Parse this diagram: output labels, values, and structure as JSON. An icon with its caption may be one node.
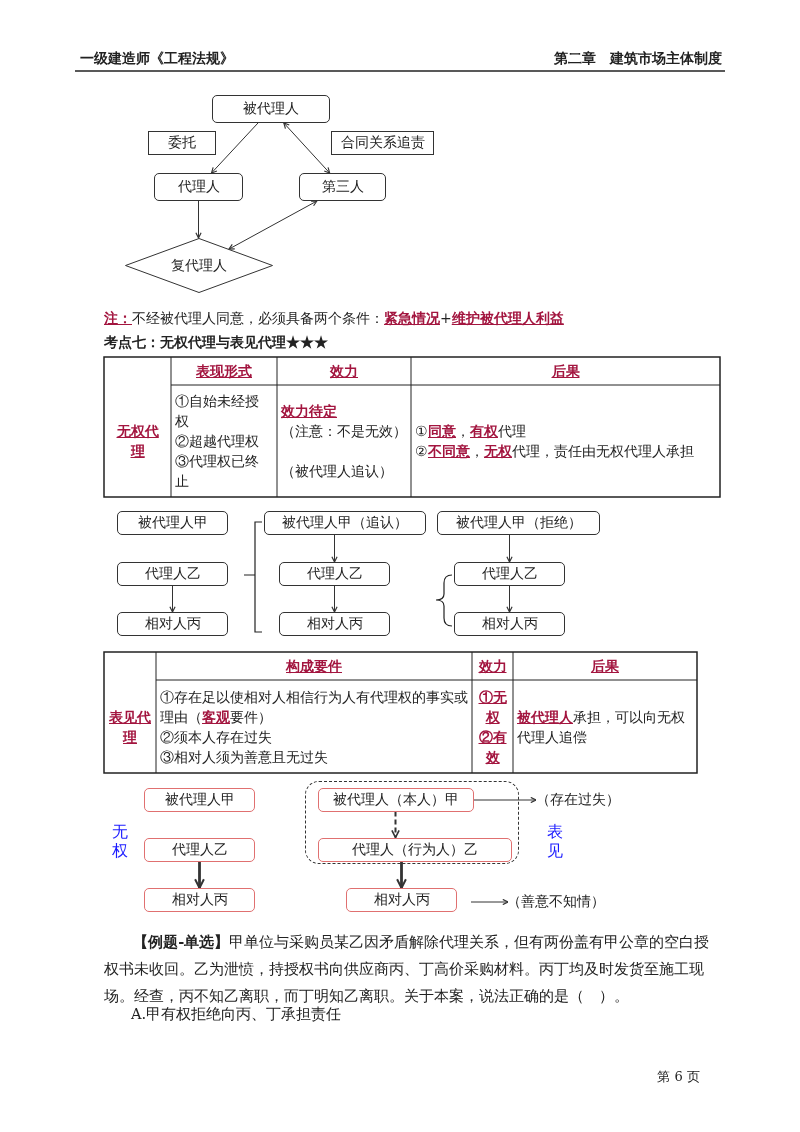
{
  "diagram": {
    "title": "考点七：无权代理与表见代理★★★",
    "nodes": [
      {
        "text": [
          "被代理人"
        ]
      },
      {
        "text": [
          "委托"
        ]
      },
      {
        "text": [
          "合同关系追责"
        ]
      },
      {
        "text": [
          "代理人"
        ]
      },
      {
        "text": [
          "第三人"
        ]
      },
      {
        "text": [
          "复代理人"
        ]
      },
      {
        "text": [
          "被代理人甲"
        ]
      },
      {
        "text": [
          "代理人乙"
        ]
      },
      {
        "text": [
          "相对人丙"
        ]
      },
      {
        "text": [
          "被代理人甲（追认）"
        ]
      },
      {
        "text": [
          "代理人乙"
        ]
      },
      {
        "text": [
          "相对人丙"
        ]
      },
      {
        "text": [
          "被代理人甲（拒绝）"
        ]
      },
      {
        "text": [
          "代理人乙"
        ]
      },
      {
        "text": [
          "相对人丙"
        ]
      },
      {
        "text": [
          "被代理人甲"
        ]
      },
      {
        "text": [
          "代理人乙"
        ]
      },
      {
        "text": [
          "相对人丙"
        ]
      },
      {
        "text": [],
        "shape": "box"
      },
      {
        "text": [
          "被代理人（本人）甲"
        ],
        "in": 18
      },
      {
        "text": [
          "代理人（行为人）乙"
        ],
        "in": 18
      },
      {
        "text": [
          "相对人丙"
        ]
      },
      {
        "text": [
          "（存在过失）"
        ]
      },
      {
        "text": [
          "（善意不知情）"
        ]
      }
    ],
    "edges": [
      {
        "from": 0,
        "to": 3,
        "arrow": "to"
      },
      {
        "from": 0,
        "to": 4,
        "arrow": "both"
      },
      {
        "from": 3,
        "to": 5,
        "arrow": "to"
      },
      {
        "from": 4,
        "to": 5,
        "arrow": "both"
      },
      {
        "from": 7,
        "to": 8,
        "arrow": "to"
      },
      {
        "from": 9,
        "to": 10,
        "arrow": "to"
      },
      {
        "from": 10,
        "to": 11,
        "arrow": "to"
      },
      {
        "from": 12,
        "to": 13,
        "arrow": "to"
      },
      {
        "from": 13,
        "to": 14,
        "arrow": "to"
      },
      {
        "from": 16,
        "to": 17,
        "arrow": "to",
        "style": "thick"
      },
      {
        "from": 19,
        "to": 20,
        "arrow": "to",
        "style": "dashed"
      },
      {
        "from": 20,
        "to": 21,
        "arrow": "to",
        "style": "thick"
      },
      {
        "from": 19,
        "to": 22,
        "arrow": "to"
      },
      {
        "from": null,
        "to": 23,
        "arrow": "to"
      }
    ],
    "labels": [
      "一级建造师《工程法规》",
      "第二章　建筑市场主体制度",
      "**注：**不经被代理人同意，必须具备两个条件：**紧急情况**+**维护被代理人利益**",
      "无权代理",
      "表现形式",
      "效力",
      "后果",
      "①自始未经授权",
      "②超越代理权",
      "③代理权已终止",
      "效力待定",
      "（注意：不是无效）",
      "（被代理人追认）",
      "①**同意**，**有权**代理",
      "②**不同意**，**无权**代理，责任由无权代理人承担",
      "表见代理",
      "构成要件",
      "效力",
      "后果",
      "①存在足以使相对人相信行为人有代理权的事实或理由（**客观**要件）",
      "②须本人存在过失",
      "③相对人须为善意且无过失",
      "①无权",
      "②有效",
      "**被代理人**承担，可以向无权代理人追偿",
      "无权",
      "表见",
      "**【例题-单选】**甲单位与采购员某乙因矛盾解除代理关系，但有两份盖有甲公章的空白授权书未收回。乙为泄愤，持授权书向供应商丙、丁高价采购材料。丙丁均及时发货至施工现场。经查，丙不知乙离职，而丁明知乙离职。关于本案，说法正确的是（　）。",
      "A.甲有权拒绝向丙、丁承担责任",
      "第 6 页"
    ]
  }
}
